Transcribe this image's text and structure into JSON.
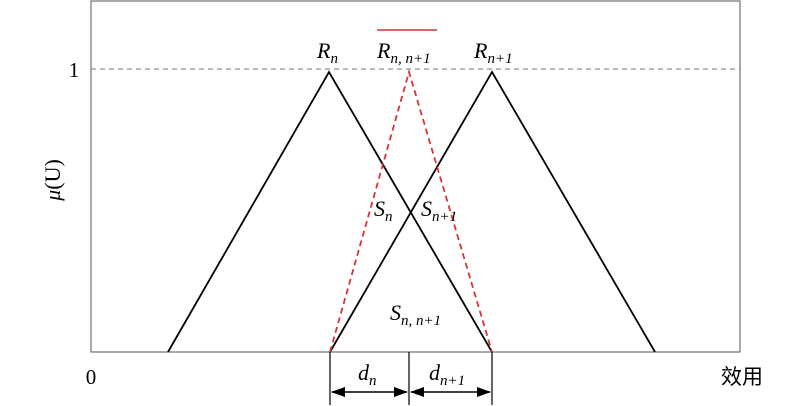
{
  "diagram": {
    "y_axis_label": {
      "mu": "μ",
      "paren": "(U)"
    },
    "y_tick_one": "1",
    "origin_label": "0",
    "x_axis_label": "效用",
    "peaks": {
      "left": {
        "main": "R",
        "sub": "n"
      },
      "middle": {
        "main": "R",
        "sub": "n, n+1"
      },
      "right": {
        "main": "R",
        "sub": "n+1"
      }
    },
    "regions": {
      "left": {
        "main": "S",
        "sub": "n"
      },
      "right": {
        "main": "S",
        "sub": "n+1"
      },
      "bottom": {
        "main": "S",
        "sub": "n, n+1"
      }
    },
    "distances": {
      "left": {
        "main": "d",
        "sub": "n"
      },
      "right": {
        "main": "d",
        "sub": "n+1"
      }
    },
    "colors": {
      "frame": "#555555",
      "curve": "#000000",
      "dashed_guide": "#777777",
      "highlight": "#d93333"
    }
  }
}
